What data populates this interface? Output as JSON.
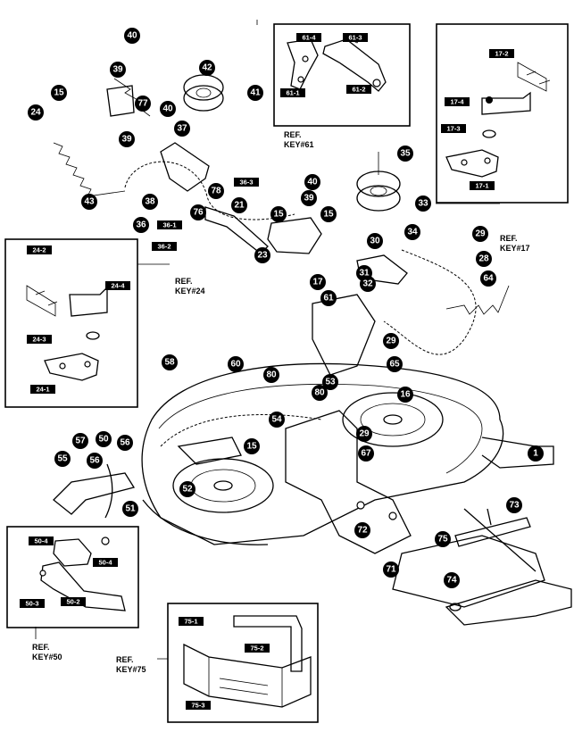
{
  "callouts": [
    {
      "label": "40",
      "name": "callout-40"
    },
    {
      "label": "39",
      "name": "callout-39"
    },
    {
      "label": "77",
      "name": "callout-77"
    },
    {
      "label": "15",
      "name": "callout-15"
    },
    {
      "label": "24",
      "name": "callout-24"
    },
    {
      "label": "42",
      "name": "callout-42"
    },
    {
      "label": "41",
      "name": "callout-41"
    },
    {
      "label": "40",
      "name": "callout-40"
    },
    {
      "label": "37",
      "name": "callout-37"
    },
    {
      "label": "39",
      "name": "callout-39"
    },
    {
      "label": "43",
      "name": "callout-43"
    },
    {
      "label": "38",
      "name": "callout-38"
    },
    {
      "label": "78",
      "name": "callout-78"
    },
    {
      "label": "76",
      "name": "callout-76"
    },
    {
      "label": "36",
      "name": "callout-36"
    },
    {
      "label": "21",
      "name": "callout-21"
    },
    {
      "label": "23",
      "name": "callout-23"
    },
    {
      "label": "40",
      "name": "callout-40"
    },
    {
      "label": "39",
      "name": "callout-39"
    },
    {
      "label": "15",
      "name": "callout-15"
    },
    {
      "label": "15",
      "name": "callout-15"
    },
    {
      "label": "17",
      "name": "callout-17"
    },
    {
      "label": "35",
      "name": "callout-35"
    },
    {
      "label": "33",
      "name": "callout-33"
    },
    {
      "label": "34",
      "name": "callout-34"
    },
    {
      "label": "30",
      "name": "callout-30"
    },
    {
      "label": "31",
      "name": "callout-31"
    },
    {
      "label": "32",
      "name": "callout-32"
    },
    {
      "label": "29",
      "name": "callout-29"
    },
    {
      "label": "28",
      "name": "callout-28"
    },
    {
      "label": "64",
      "name": "callout-64"
    },
    {
      "label": "61",
      "name": "callout-61"
    },
    {
      "label": "29",
      "name": "callout-29"
    },
    {
      "label": "65",
      "name": "callout-65"
    },
    {
      "label": "58",
      "name": "callout-58"
    },
    {
      "label": "60",
      "name": "callout-60"
    },
    {
      "label": "80",
      "name": "callout-80"
    },
    {
      "label": "80",
      "name": "callout-80"
    },
    {
      "label": "53",
      "name": "callout-53"
    },
    {
      "label": "16",
      "name": "callout-16"
    },
    {
      "label": "54",
      "name": "callout-54"
    },
    {
      "label": "29",
      "name": "callout-29"
    },
    {
      "label": "15",
      "name": "callout-15"
    },
    {
      "label": "67",
      "name": "callout-67"
    },
    {
      "label": "1",
      "name": "callout-1"
    },
    {
      "label": "57",
      "name": "callout-57"
    },
    {
      "label": "50",
      "name": "callout-50"
    },
    {
      "label": "56",
      "name": "callout-56"
    },
    {
      "label": "55",
      "name": "callout-55"
    },
    {
      "label": "56",
      "name": "callout-56"
    },
    {
      "label": "52",
      "name": "callout-52"
    },
    {
      "label": "51",
      "name": "callout-51"
    },
    {
      "label": "73",
      "name": "callout-73"
    },
    {
      "label": "72",
      "name": "callout-72"
    },
    {
      "label": "75",
      "name": "callout-75"
    },
    {
      "label": "71",
      "name": "callout-71"
    },
    {
      "label": "74",
      "name": "callout-74"
    }
  ],
  "tags": [
    {
      "label": "36-3",
      "name": "tag-36-3"
    },
    {
      "label": "36-1",
      "name": "tag-36-1"
    },
    {
      "label": "36-2",
      "name": "tag-36-2"
    },
    {
      "label": "61-4",
      "name": "tag-61-4"
    },
    {
      "label": "61-3",
      "name": "tag-61-3"
    },
    {
      "label": "61-1",
      "name": "tag-61-1"
    },
    {
      "label": "61-2",
      "name": "tag-61-2"
    },
    {
      "label": "17-2",
      "name": "tag-17-2"
    },
    {
      "label": "17-4",
      "name": "tag-17-4"
    },
    {
      "label": "17-3",
      "name": "tag-17-3"
    },
    {
      "label": "17-1",
      "name": "tag-17-1"
    },
    {
      "label": "24-2",
      "name": "tag-24-2"
    },
    {
      "label": "24-4",
      "name": "tag-24-4"
    },
    {
      "label": "24-3",
      "name": "tag-24-3"
    },
    {
      "label": "24-1",
      "name": "tag-24-1"
    },
    {
      "label": "50-4",
      "name": "tag-50-4"
    },
    {
      "label": "50-4",
      "name": "tag-50-4b"
    },
    {
      "label": "50-3",
      "name": "tag-50-3"
    },
    {
      "label": "50-2",
      "name": "tag-50-2"
    },
    {
      "label": "75-1",
      "name": "tag-75-1"
    },
    {
      "label": "75-2",
      "name": "tag-75-2"
    },
    {
      "label": "75-3",
      "name": "tag-75-3"
    }
  ],
  "refs": [
    {
      "line1": "REF.",
      "line2": "KEY#61",
      "name": "ref-key-61"
    },
    {
      "line1": "REF.",
      "line2": "KEY#17",
      "name": "ref-key-17"
    },
    {
      "line1": "REF.",
      "line2": "KEY#24",
      "name": "ref-key-24"
    },
    {
      "line1": "REF.",
      "line2": "KEY#50",
      "name": "ref-key-50"
    },
    {
      "line1": "REF.",
      "line2": "KEY#75",
      "name": "ref-key-75"
    }
  ]
}
